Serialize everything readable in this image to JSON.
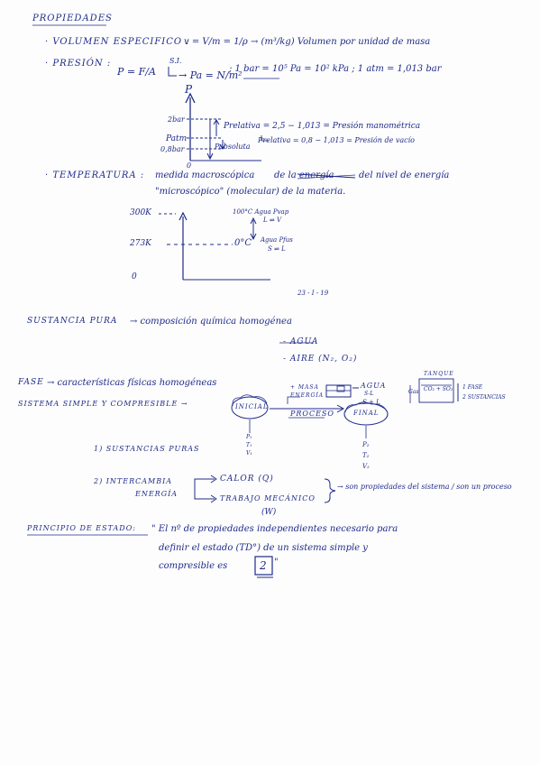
{
  "heading": "PROPIEDADES",
  "volumen": {
    "label": "· VOLUMEN ESPECIFICO :",
    "formula": "v = V/m = 1/ρ → (m³/kg) Volumen por unidad de masa"
  },
  "presion": {
    "label": "· PRESIÓN :",
    "formula_a": "P = F/A",
    "si_label": "S.I.",
    "formula_b": "→ Pa = N/m²",
    "units": "; 1 bar = 10⁵ Pa = 10² kPa ; 1 atm = 1,013 bar"
  },
  "pressure_chart": {
    "axis_p": "P",
    "axis_zero": "0",
    "tick_2bar": "2bar",
    "tick_patm": "Patm",
    "tick_08bar": "0,8bar",
    "relativa": "Prelativa = 2,5 − 1,013 = Presión manométrica",
    "relativa2": "Prelativa = 0,8 − 1,013 = Presión de vacío",
    "absoluta": "Pabsoluta"
  },
  "temperatura": {
    "label": "· TEMPERATURA :",
    "line1_a": "medida macroscópica",
    "line1_strike": "de la energía",
    "line1_b": "del nivel de energía",
    "line2": "\"microscópico\" (molecular) de la materia."
  },
  "temp_chart": {
    "tick_300": "300K",
    "tick_273": "273K",
    "tick_0": "0",
    "zero_c": "0°C",
    "boil_a": "100°C  Agua Pvap",
    "boil_b": "L ⇌ V",
    "freeze_a": "Agua Pfus",
    "freeze_b": "S ⇌ L"
  },
  "date": "23 - I - 19",
  "sustancia_pura": {
    "label": "SUSTANCIA PURA",
    "text": "→ composición química homogénea",
    "example1": "- AGUA",
    "example2": "- AIRE (N₂, O₂)"
  },
  "fase": {
    "label": "FASE",
    "text": "→ características físicas homogéneas",
    "agua_label": "AGUA",
    "agua_sub1": "S-L",
    "agua_sub2": "S + L",
    "tanque_label": "TANQUE",
    "tanque_gas": "CO₂ + SO₂",
    "tanque_gas_label": "Gas",
    "fase_count": "1 FASE",
    "sustancias_count": "2 SUSTANCIAS"
  },
  "sistema": {
    "label": "SISTEMA SIMPLE Y COMPRESIBLE →",
    "inicial": "INICIAL",
    "final": "FINAL",
    "proceso": "PROCESO",
    "masa": "+ MASA",
    "energia": "ENERGÍA",
    "item1": "1) SUSTANCIAS PURAS",
    "item2a": "2) INTERCAMBIA",
    "item2b": "ENERGÍA",
    "calor": "CALOR (Q)",
    "trabajo": "TRABAJO MECÁNICO",
    "w": "(W)",
    "note": "→ son propiedades del sistema / son un proceso",
    "p1": "P₁",
    "t1": "T₁",
    "v1": "V₁",
    "p2": "P₂",
    "t2": "T₂",
    "v2": "V₂"
  },
  "principio": {
    "label": "PRINCIPIO DE ESTADO:",
    "line1": "\" El nº de propiedades independientes necesario para",
    "line2": "definir el estado (TD°) de un sistema simple y",
    "line3": "compresible es",
    "value": "2",
    "end": "\""
  }
}
